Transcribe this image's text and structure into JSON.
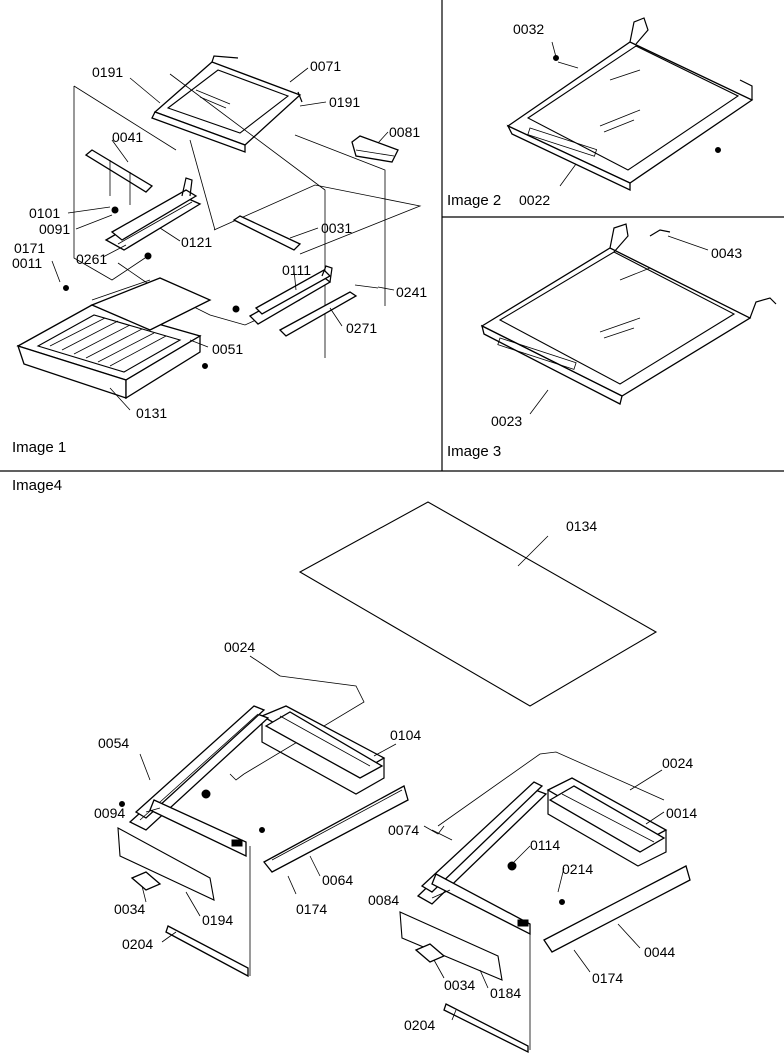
{
  "panels": {
    "image1": "Image 1",
    "image2": "Image 2",
    "image3": "Image 3",
    "image4": "Image4"
  },
  "callouts": {
    "p0191a": "0191",
    "p0071": "0071",
    "p0191b": "0191",
    "p0041": "0041",
    "p0081": "0081",
    "p0101": "0101",
    "p0091": "0091",
    "p0261": "0261",
    "p0121": "0121",
    "p0171": "0171",
    "p0011": "0011",
    "p0031": "0031",
    "p0111": "0111",
    "p0241": "0241",
    "p0271": "0271",
    "p0051": "0051",
    "p0131": "0131",
    "p0032": "0032",
    "p0022": "0022",
    "p0043": "0043",
    "p0023": "0023",
    "p0134": "0134",
    "p0024a": "0024",
    "p0104": "0104",
    "p0054": "0054",
    "p0094": "0094",
    "p0064": "0064",
    "p0174a": "0174",
    "p0034a": "0034",
    "p0194": "0194",
    "p0204a": "0204",
    "p0024b": "0024",
    "p0014": "0014",
    "p0074": "0074",
    "p0114": "0114",
    "p0214": "0214",
    "p0084": "0084",
    "p0044": "0044",
    "p0174b": "0174",
    "p0034b": "0034",
    "p0184": "0184",
    "p0204b": "0204"
  }
}
